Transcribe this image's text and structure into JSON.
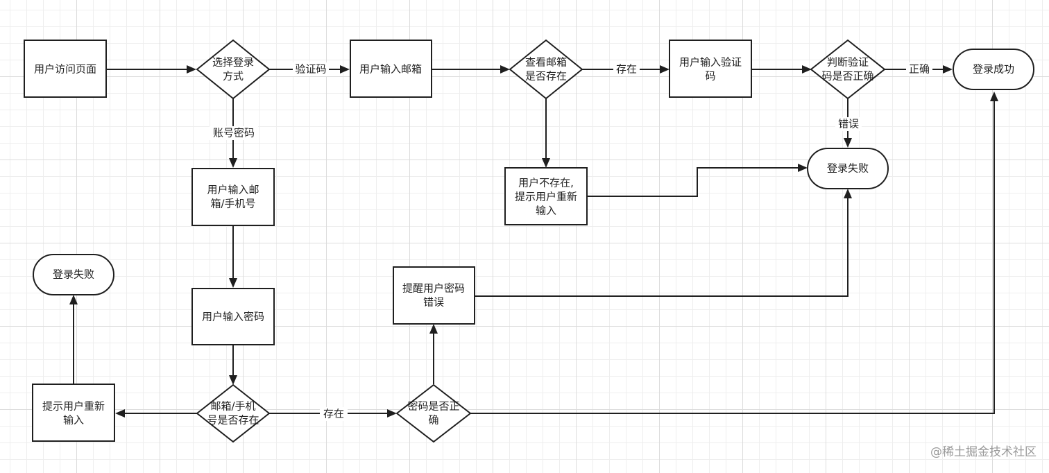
{
  "nodes": {
    "visit_page": [
      "用户访问页面"
    ],
    "choose_login": [
      "选择登录",
      "方式"
    ],
    "enter_email": [
      "用户输入邮箱"
    ],
    "check_email": [
      "查看邮箱",
      "是否存在"
    ],
    "enter_code": [
      "用户输入验证",
      "码"
    ],
    "verify_code": [
      "判断验证",
      "码是否正确"
    ],
    "login_success": [
      "登录成功"
    ],
    "user_not_exist": [
      "用户不存在,",
      "提示用户重新",
      "输入"
    ],
    "login_fail_right": [
      "登录失败"
    ],
    "enter_account": [
      "用户输入邮",
      "箱/手机号"
    ],
    "enter_password": [
      "用户输入密码"
    ],
    "login_fail_left": [
      "登录失败"
    ],
    "prompt_reenter": [
      "提示用户重新",
      "输入"
    ],
    "account_exists": [
      "邮箱/手机",
      "号是否存在"
    ],
    "password_correct": [
      "密码是否正",
      "确"
    ],
    "password_error": [
      "提醒用户密码",
      "错误"
    ]
  },
  "edge_labels": {
    "code": "验证码",
    "exists_1": "存在",
    "correct": "正确",
    "wrong": "错误",
    "account_pwd": "账号密码",
    "exists_2": "存在"
  },
  "watermark": "@稀土掘金技术社区"
}
